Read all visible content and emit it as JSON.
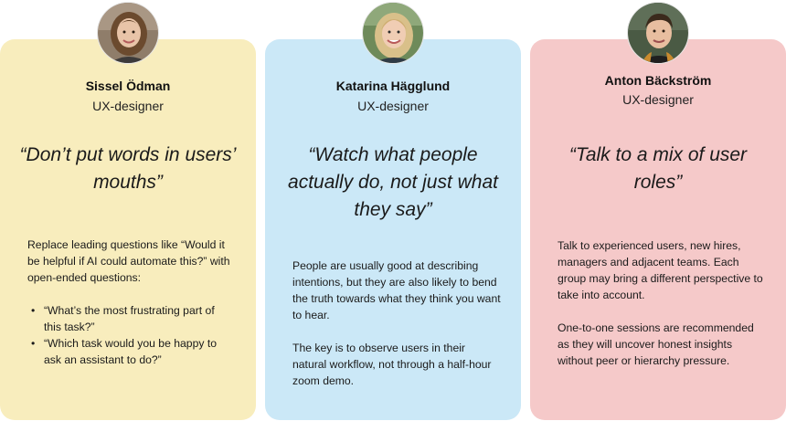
{
  "cards": [
    {
      "name": "Sissel Ödman",
      "role": "UX-designer",
      "quote": "“Don’t put words in users’ mouths”",
      "body_intro": "Replace leading questions like “Would it be helpful if AI could automate this?” with open-ended questions:",
      "bullets": [
        "“What’s the most frustrating part of this task?”",
        "“Which task would you be happy to ask an assistant to do?”"
      ],
      "color": "#f8edbd"
    },
    {
      "name": "Katarina Hägglund",
      "role": "UX-designer",
      "quote": "“Watch what people actually do, not just what they say”",
      "paragraphs": [
        "People are usually good at describing intentions, but they are also likely to bend the truth towards what they think you want to hear.",
        "The key is to observe users in their natural workflow, not through a half-hour zoom demo."
      ],
      "color": "#cbe8f7"
    },
    {
      "name": "Anton Bäckström",
      "role": "UX-designer",
      "quote": "“Talk to a mix of user roles”",
      "paragraphs": [
        "Talk to experienced users, new hires, managers and adjacent teams. Each group may bring a different perspective to take into account.",
        "One-to-one sessions are recommended as they will uncover honest insights without peer or hierarchy pressure."
      ],
      "color": "#f5c9c9"
    }
  ]
}
